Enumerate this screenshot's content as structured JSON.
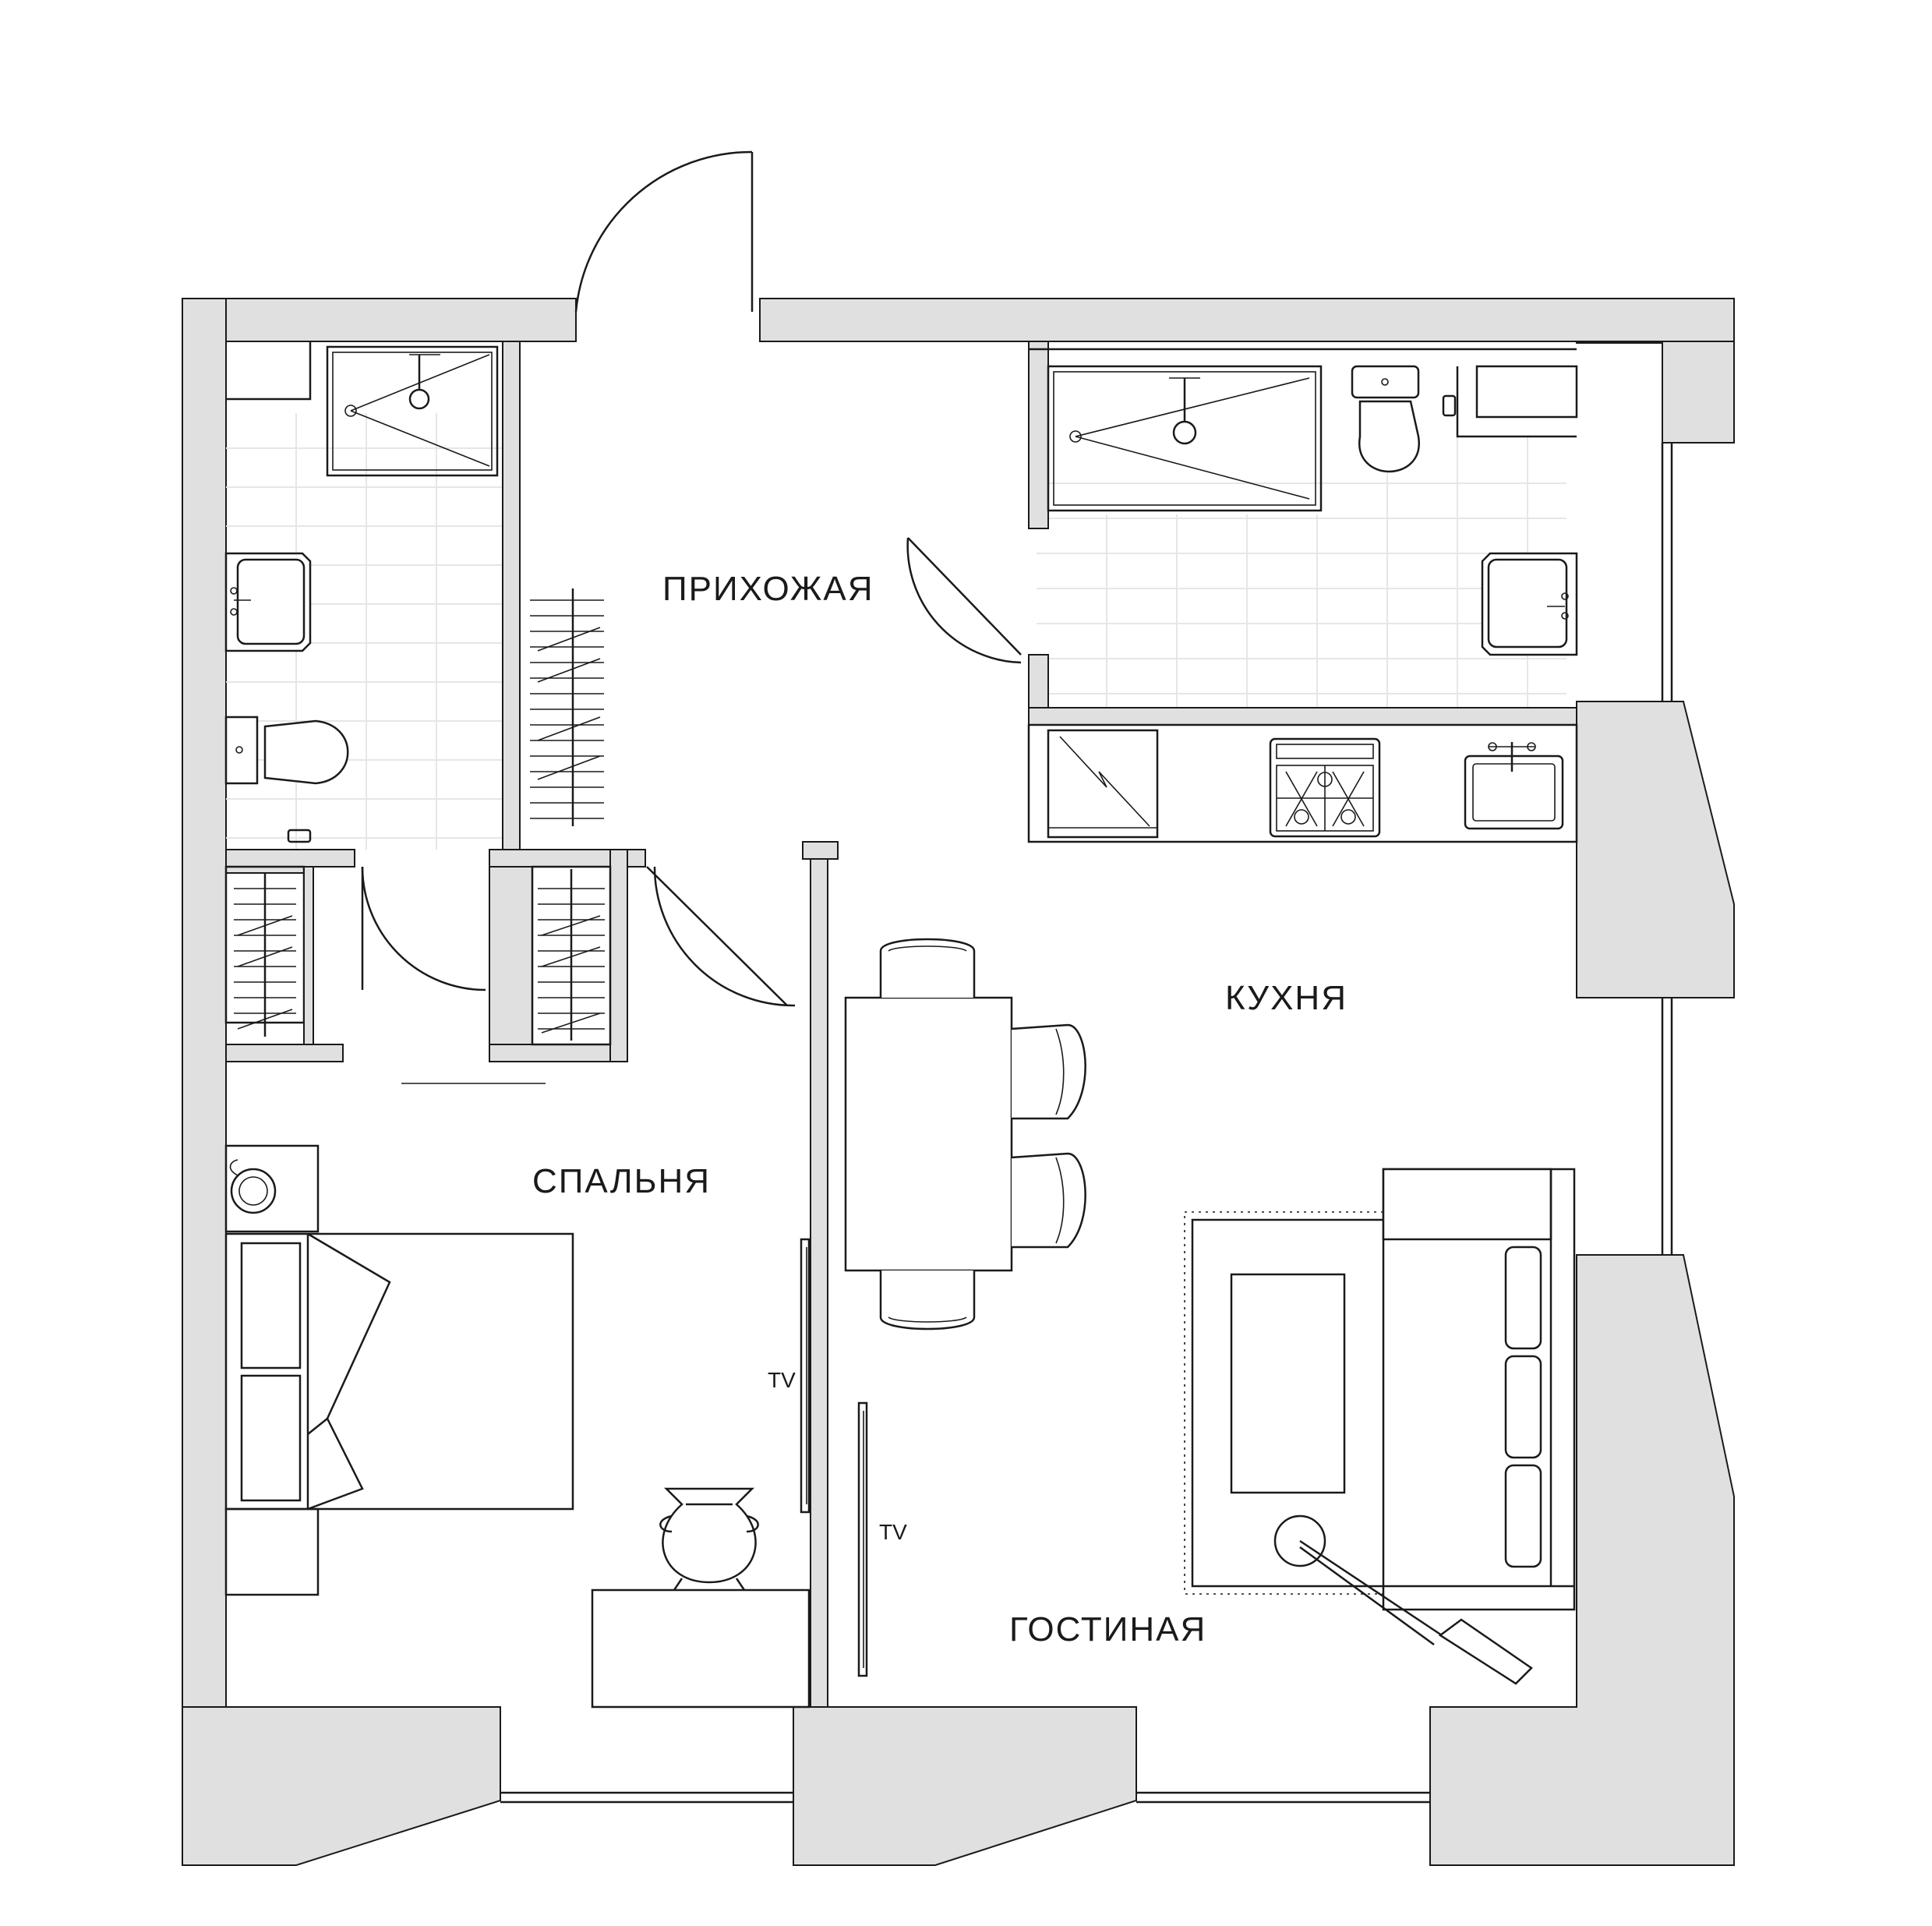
{
  "rooms": {
    "hallway": "ПРИХОЖАЯ",
    "kitchen": "КУХНЯ",
    "bedroom": "СПАЛЬНЯ",
    "living": "ГОСТИНАЯ"
  },
  "tv_labels": {
    "bedroom": "TV",
    "living": "TV"
  },
  "colors": {
    "wall_fill": "#e0e0e0",
    "line": "#1a1a1a",
    "tile_grid": "#e6e6e6"
  }
}
